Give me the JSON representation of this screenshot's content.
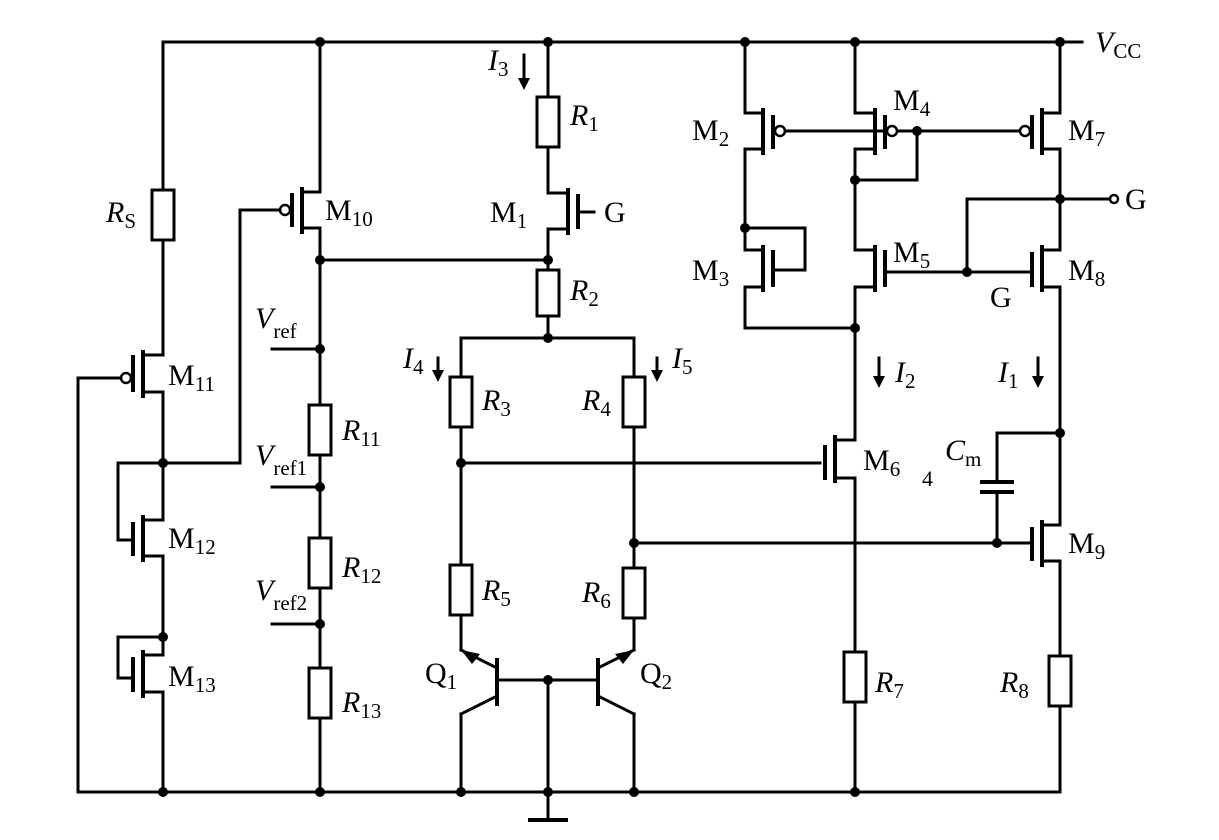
{
  "labels": {
    "vcc": {
      "main": "V",
      "sub": "CC"
    },
    "rs": {
      "main": "R",
      "sub": "S"
    },
    "m10": {
      "main": "M",
      "sub": "10"
    },
    "m11": {
      "main": "M",
      "sub": "11"
    },
    "m12": {
      "main": "M",
      "sub": "12"
    },
    "m13": {
      "main": "M",
      "sub": "13"
    },
    "vref": {
      "main": "V",
      "sub": "ref"
    },
    "vref1": {
      "main": "V",
      "sub": "ref1"
    },
    "vref2": {
      "main": "V",
      "sub": "ref2"
    },
    "r11": {
      "main": "R",
      "sub": "11"
    },
    "r12": {
      "main": "R",
      "sub": "12"
    },
    "r13": {
      "main": "R",
      "sub": "13"
    },
    "i3": {
      "main": "I",
      "sub": "3"
    },
    "r1": {
      "main": "R",
      "sub": "1"
    },
    "m1": {
      "main": "M",
      "sub": "1"
    },
    "g_m1": "G",
    "r2": {
      "main": "R",
      "sub": "2"
    },
    "i4": {
      "main": "I",
      "sub": "4"
    },
    "i5": {
      "main": "I",
      "sub": "5"
    },
    "r3": {
      "main": "R",
      "sub": "3"
    },
    "r4": {
      "main": "R",
      "sub": "4"
    },
    "r5": {
      "main": "R",
      "sub": "5"
    },
    "r6": {
      "main": "R",
      "sub": "6"
    },
    "q1": {
      "main": "Q",
      "sub": "1"
    },
    "q2": {
      "main": "Q",
      "sub": "2"
    },
    "m2": {
      "main": "M",
      "sub": "2"
    },
    "m3": {
      "main": "M",
      "sub": "3"
    },
    "m4": {
      "main": "M",
      "sub": "4"
    },
    "m5": {
      "main": "M",
      "sub": "5"
    },
    "m6": {
      "main": "M",
      "sub": "6"
    },
    "m6_extra": "4",
    "m7": {
      "main": "M",
      "sub": "7"
    },
    "m8": {
      "main": "M",
      "sub": "8"
    },
    "m9": {
      "main": "M",
      "sub": "9"
    },
    "g_out": "G",
    "g_m8": "G",
    "i2": {
      "main": "I",
      "sub": "2"
    },
    "i1": {
      "main": "I",
      "sub": "1"
    },
    "cm": {
      "main": "C",
      "sub": "m"
    },
    "r7": {
      "main": "R",
      "sub": "7"
    },
    "r8": {
      "main": "R",
      "sub": "8"
    }
  }
}
